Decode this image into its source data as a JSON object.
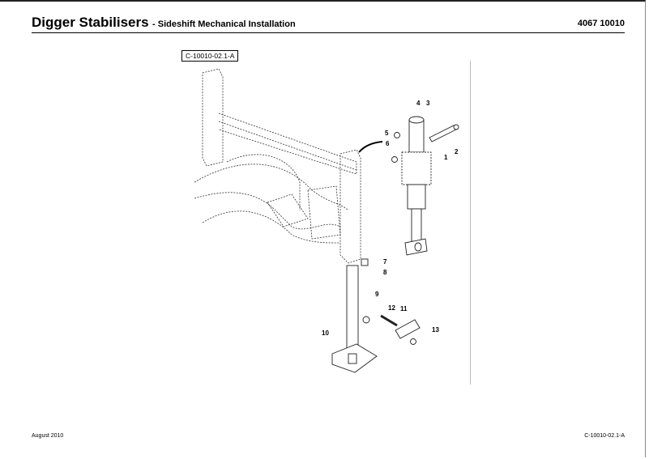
{
  "header": {
    "title": "Digger Stabilisers",
    "subtitle": "- Sideshift Mechanical Installation",
    "document_number": "4067 10010"
  },
  "figure": {
    "label": "C-10010-02.1-A",
    "callouts": [
      "1",
      "2",
      "3",
      "4",
      "5",
      "6",
      "7",
      "8",
      "9",
      "10",
      "11",
      "12",
      "13"
    ]
  },
  "footer": {
    "date": "August 2010",
    "reference": "C-10010-02.1-A"
  }
}
